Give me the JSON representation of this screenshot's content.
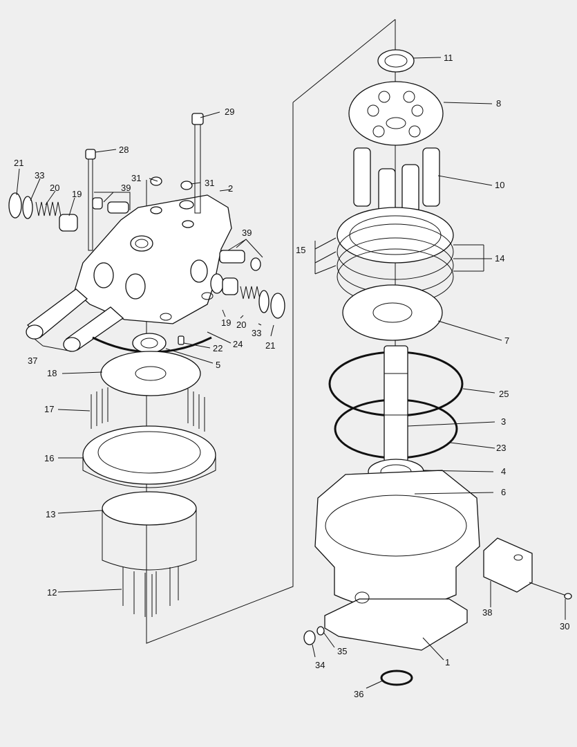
{
  "labels": {
    "l1": "1",
    "l2": "2",
    "l3": "3",
    "l4": "4",
    "l5": "5",
    "l6": "6",
    "l7": "7",
    "l8": "8",
    "l10": "10",
    "l11": "11",
    "l12": "12",
    "l13": "13",
    "l14": "14",
    "l15": "15",
    "l16": "16",
    "l17": "17",
    "l18": "18",
    "l19a": "19",
    "l19b": "19",
    "l20a": "20",
    "l20b": "20",
    "l21a": "21",
    "l21b": "21",
    "l22": "22",
    "l23": "23",
    "l24": "24",
    "l25": "25",
    "l28": "28",
    "l29": "29",
    "l30": "30",
    "l31a": "31",
    "l31b": "31",
    "l33a": "33",
    "l33b": "33",
    "l34": "34",
    "l35": "35",
    "l36": "36",
    "l37": "37",
    "l38": "38",
    "l39a": "39",
    "l39b": "39"
  }
}
